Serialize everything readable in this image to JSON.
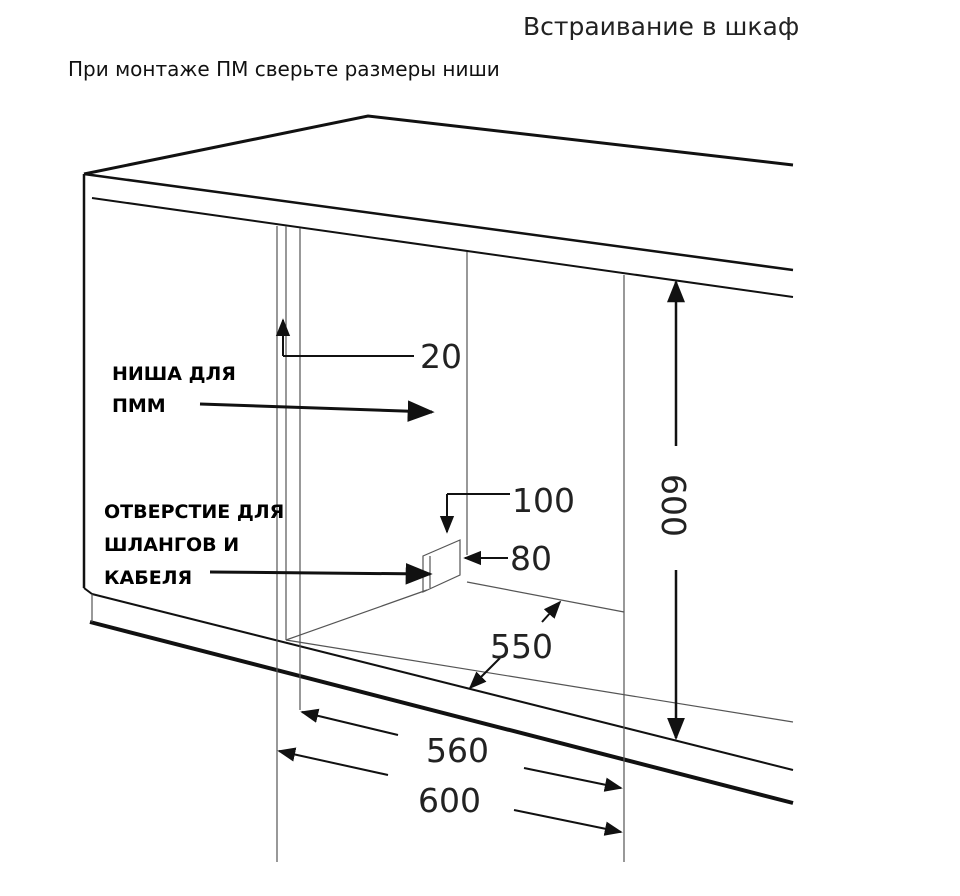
{
  "header": {
    "title": "Встраивание в шкаф",
    "subtitle": "При монтаже ПМ сверьте размеры ниши"
  },
  "labels": {
    "niche_line1": "НИША ДЛЯ",
    "niche_line2": "ПММ",
    "hole_line1": "ОТВЕРСТИЕ ДЛЯ",
    "hole_line2": "ШЛАНГОВ И",
    "hole_line3": "КАБЕЛЯ"
  },
  "dimensions": {
    "top_gap": "20",
    "hole_height": "100",
    "hole_width": "80",
    "depth": "550",
    "inner_width": "560",
    "outer_width": "600",
    "height": "600"
  }
}
